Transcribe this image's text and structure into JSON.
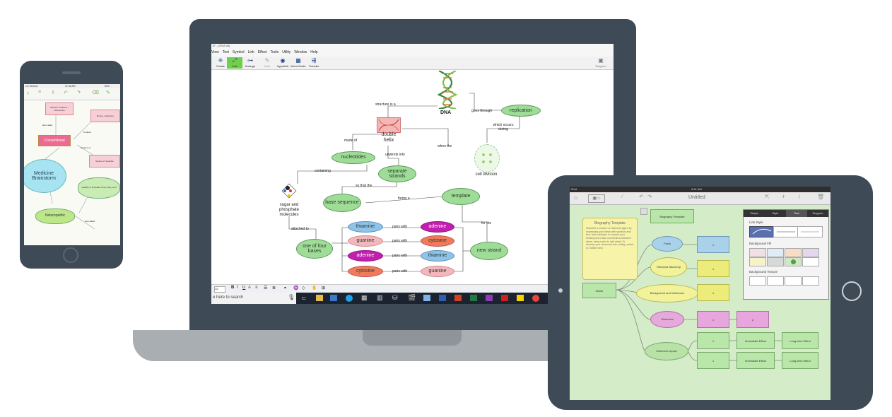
{
  "phone": {
    "status": {
      "carrier": "•••• Verizon",
      "time": "11:34 AM",
      "battery": "83%"
    },
    "nodes": {
      "conventional": "Conventional",
      "medicine": "Medicine Brainstorm",
      "naturopathic": "Naturopathic",
      "top_box": "Western medicine / Intervention",
      "right_box": "Bones, medicines",
      "right_box2": "Source of medicine",
      "cloud_right": "Healthy to stimulate mind, body, soul"
    },
    "labels": {
      "also_called": "also called",
      "involves": "involves",
      "focuses_on": "focuses on",
      "also_called2": "also called"
    }
  },
  "laptop": {
    "title": "IE – [DNA.ist]",
    "menu": [
      "View",
      "Text",
      "Symbol",
      "Link",
      "Effect",
      "Tools",
      "Utility",
      "Window",
      "Help"
    ],
    "toolbar": [
      {
        "label": "Create",
        "icon": "create-icon"
      },
      {
        "label": "Link",
        "icon": "link-icon"
      },
      {
        "label": "Arrange",
        "icon": "arrange-icon"
      },
      {
        "label": "Note",
        "icon": "note-icon"
      },
      {
        "label": "Hyperlink",
        "icon": "hyperlink-icon"
      },
      {
        "label": "Word Guide",
        "icon": "word-guide-icon"
      },
      {
        "label": "Transfer",
        "icon": "transfer-icon"
      }
    ],
    "toolbar_right": "Diagram",
    "map": {
      "dna": "DNA",
      "structure_is_a": "structure is a",
      "goes_through": "goes through",
      "replication": "replication",
      "which_occurs_during": "which occurs during",
      "double_helix": "double helix",
      "made_of": "made of",
      "unwinds_into": "unwinds into",
      "when_the": "when the",
      "nucleotides": "nucleotides",
      "containing": "containing",
      "separate_strands": "separate strands",
      "cell_division": "cell division",
      "so_that_the": "so that the",
      "sugar_phosphate": "sugar and phosphate molecules",
      "base_sequence": "base sequence",
      "forms_a": "forms a",
      "template": "template",
      "for_the": "for the",
      "attached_to": "attached to",
      "one_of_four_bases": "one of four bases",
      "new_strand": "new strand",
      "pairs_with": "pairs with",
      "pairs": [
        {
          "left": "thiamine",
          "right": "adenine"
        },
        {
          "left": "guanine",
          "right": "cytosine"
        },
        {
          "left": "adenine",
          "right": "thiamine"
        },
        {
          "left": "cytosine",
          "right": "guanine"
        }
      ]
    },
    "format": {
      "font_size": "12",
      "bold": "B",
      "italic": "I",
      "underline": "U",
      "font_color": "A"
    },
    "taskbar": {
      "search_placeholder": "e here to search"
    }
  },
  "tablet": {
    "status": {
      "device": "iPad",
      "time": "9:41 AM"
    },
    "title": "Untitled",
    "biography_title": "Biography Template",
    "biography_text": "Describe a modern or historical figure by expressing your ideas with symbols and text. Add subtopics to expand your thinking and make connections between ideas, using notes to add detail. To develop your document into writing, switch to Outline view.",
    "biography_button": "Biography Template",
    "nodes": {
      "name": "Name",
      "facts": "Facts",
      "historical": "Historical Backdrop",
      "background": "Background and Influences",
      "obstacles": "Obstacles",
      "impact": "Historical Impact"
    },
    "boxes": {
      "one": "1",
      "two": "2",
      "immediate": "Immediate Effect",
      "longterm": "Long-term Effect"
    },
    "panel": {
      "tabs": [
        "Shape",
        "Style",
        "Text",
        "Diagram"
      ],
      "link_style": "Link Style",
      "background_fill": "Background Fill",
      "background_texture": "Background Texture"
    },
    "colors": {
      "bg": "#d5ecc8",
      "node_blue": "#a9d1ea",
      "node_yellow": "#f2f29a",
      "node_pink": "#e6a9dd",
      "node_green": "#b8e2a6",
      "box_yellow": "#ecec7a",
      "box_pink": "#e8a6de",
      "box_green": "#b9e6a9"
    }
  }
}
